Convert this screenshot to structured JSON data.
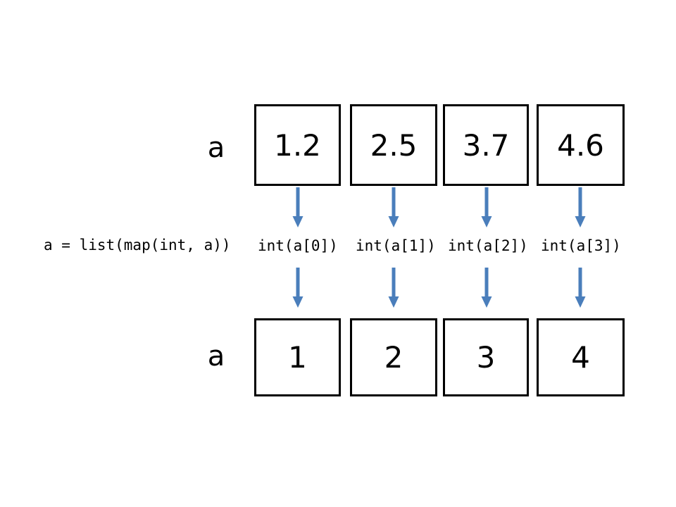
{
  "diagram": {
    "title": "a = list(map(int, a))",
    "accent_color": "#4A7EBB",
    "box_border_color": "#000000",
    "background_color": "#FFFFFF",
    "rows": {
      "top": {
        "label": "a",
        "values": [
          "1.2",
          "2.5",
          "3.7",
          "4.6"
        ]
      },
      "bottom": {
        "label": "a",
        "values": [
          "1",
          "2",
          "3",
          "4"
        ]
      }
    },
    "code": {
      "statement": "a = list(map(int, a))",
      "element_calls": [
        "int(a[0])",
        "int(a[1])",
        "int(a[2])",
        "int(a[3])"
      ]
    },
    "arrows": {
      "icon": "arrow-down-icon",
      "count_upper": 4,
      "count_lower": 4,
      "color": "#4A7EBB"
    }
  }
}
